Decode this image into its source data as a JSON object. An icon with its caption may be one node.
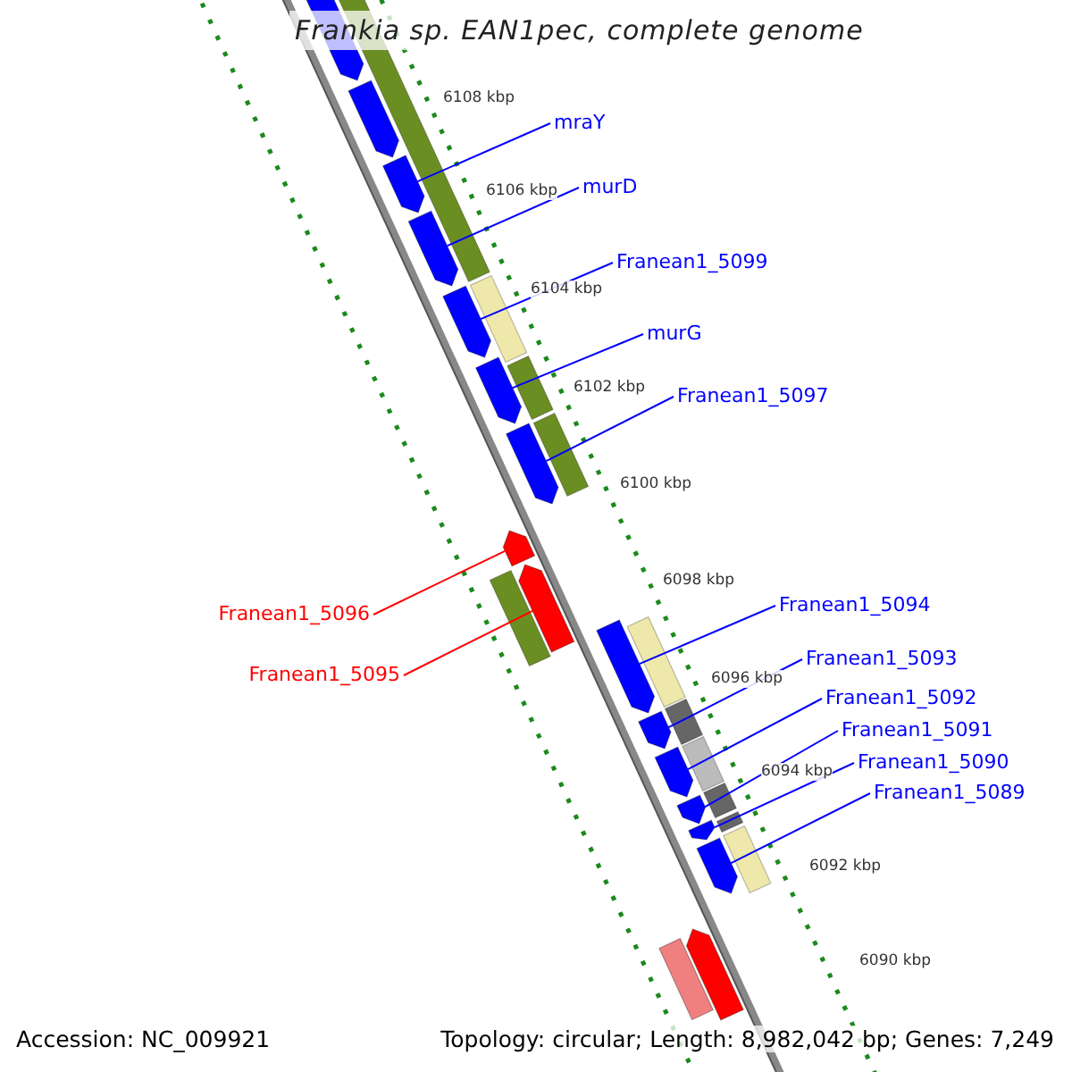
{
  "diagram": {
    "title": "Frankia sp. EAN1pec, complete genome",
    "nodes": [
      {
        "text": [],
        "shape": "arrow"
      },
      {
        "text": [],
        "shape": "arrow"
      },
      {
        "text": [
          "mraY"
        ]
      },
      {
        "text": [],
        "shape": "arrow"
      },
      {
        "text": [
          "murD"
        ]
      },
      {
        "text": [],
        "shape": "arrow"
      },
      {
        "text": [
          "Franean1_5099"
        ]
      },
      {
        "text": [],
        "shape": "arrow"
      },
      {
        "text": [
          "murG"
        ]
      },
      {
        "text": [],
        "shape": "arrow"
      },
      {
        "text": [
          "Franean1_5097"
        ]
      },
      {
        "text": [],
        "shape": "arrow"
      },
      {
        "text": [
          "Franean1_5096"
        ]
      },
      {
        "text": [],
        "shape": "arrow"
      },
      {
        "text": [
          "Franean1_5095"
        ]
      },
      {
        "text": [],
        "shape": "arrow"
      },
      {
        "text": [
          "Franean1_5094"
        ]
      },
      {
        "text": [],
        "shape": "arrow"
      },
      {
        "text": [
          "Franean1_5093"
        ]
      },
      {
        "text": [],
        "shape": "arrow"
      },
      {
        "text": [
          "Franean1_5092"
        ]
      },
      {
        "text": [],
        "shape": "arrow"
      },
      {
        "text": [
          "Franean1_5091"
        ]
      },
      {
        "text": [],
        "shape": "arrow"
      },
      {
        "text": [
          "Franean1_5090"
        ]
      },
      {
        "text": [],
        "shape": "arrow"
      },
      {
        "text": [
          "Franean1_5089"
        ]
      },
      {
        "text": [],
        "shape": "arrow"
      },
      {
        "text": [],
        "shape": "bar"
      },
      {
        "text": [],
        "shape": "arrow"
      }
    ],
    "edges": [
      {
        "from": 2,
        "to": 3,
        "arrow": "none"
      },
      {
        "from": 4,
        "to": 5,
        "arrow": "none"
      },
      {
        "from": 6,
        "to": 7,
        "arrow": "none"
      },
      {
        "from": 8,
        "to": 9,
        "arrow": "none"
      },
      {
        "from": 10,
        "to": 11,
        "arrow": "none"
      },
      {
        "from": 12,
        "to": 13,
        "arrow": "none",
        "color": "#ff0000"
      },
      {
        "from": 14,
        "to": 15,
        "arrow": "none",
        "color": "#ff0000"
      },
      {
        "from": 16,
        "to": 17,
        "arrow": "none"
      },
      {
        "from": 18,
        "to": 19,
        "arrow": "none"
      },
      {
        "from": 20,
        "to": 21,
        "arrow": "none"
      },
      {
        "from": 22,
        "to": 23,
        "arrow": "none"
      },
      {
        "from": 24,
        "to": 25,
        "arrow": "none"
      },
      {
        "from": 26,
        "to": 27,
        "arrow": "none"
      }
    ],
    "labels": [
      "6108 kbp",
      "6106 kbp",
      "6104 kbp",
      "6102 kbp",
      "6100 kbp",
      "6098 kbp",
      "6096 kbp",
      "6094 kbp",
      "6092 kbp",
      "6090 kbp",
      "Accession: NC_009921",
      "Topology: circular; Length: 8,982,042 bp; Genes: 7,249"
    ]
  }
}
